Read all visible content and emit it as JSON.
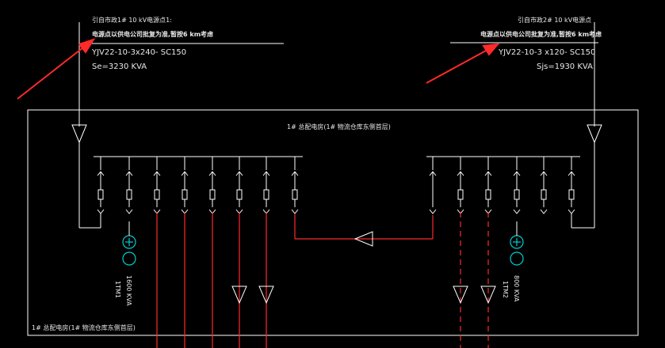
{
  "feeder_left": {
    "line1": "引自市政1# 10 kV电源点1:",
    "line2": "电源点以供电公司批复为准,暂按6 km考虑",
    "cable": "YJV22-10-3x240- SC150",
    "load": "Se=3230 KVA"
  },
  "feeder_right": {
    "line1": "引自市政2# 10 kV电源点",
    "line2": "电源点以供电公司批复为准,暂按6 km考虑",
    "cable": "YJV22-10-3 x120- SC150",
    "load": "Sjs=1930 KVA"
  },
  "room_title": "1# 总配电房(1# 物流仓库东侧首层)",
  "room_label_bottom": "1# 总配电房(1# 物流仓库东侧首层)",
  "transformers": [
    {
      "name": "1TM1",
      "rating": "1600 KVA"
    },
    {
      "name": "1TM2",
      "rating": "800 KVA"
    }
  ],
  "colors": {
    "line": "#ffffff",
    "red_line": "#ff2a2a",
    "arrow": "#ff2a2a",
    "transformer": "#00d0d0",
    "text": "#e8e8e8"
  }
}
